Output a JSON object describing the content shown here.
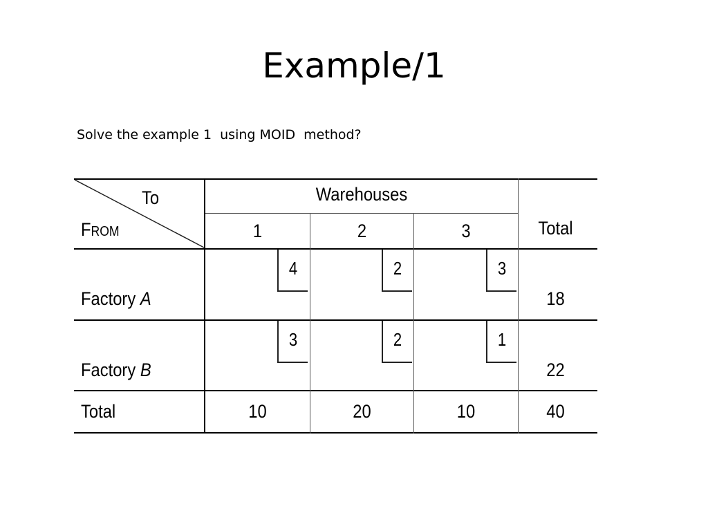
{
  "slide": {
    "title": "Example/1",
    "prompt": "Solve the example 1  using MOID  method?"
  },
  "table": {
    "corner_to": "To",
    "corner_from_initial": "F",
    "corner_from_rest": "ROM",
    "warehouses_header": "Warehouses",
    "columns": [
      "1",
      "2",
      "3"
    ],
    "total_header": "Total",
    "rows": [
      {
        "label_prefix": "Factory ",
        "label_letter": "A",
        "costs": [
          "4",
          "2",
          "3"
        ],
        "supply": "18"
      },
      {
        "label_prefix": "Factory ",
        "label_letter": "B",
        "costs": [
          "3",
          "2",
          "1"
        ],
        "supply": "22"
      }
    ],
    "total_row_label": "Total",
    "demand": [
      "10",
      "20",
      "10"
    ],
    "grand_total": "40"
  }
}
